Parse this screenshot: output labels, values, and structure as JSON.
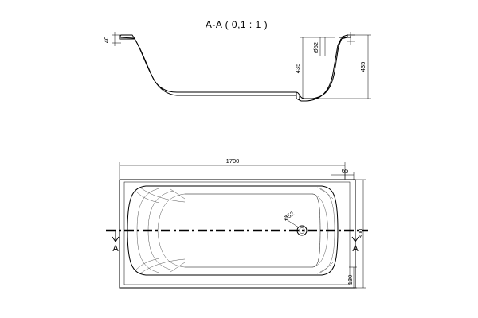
{
  "section_view": {
    "title": "A-A ( 0,1 : 1 )",
    "dims": {
      "rim_thickness": "40",
      "depth_inner": "435",
      "depth_outer": "435",
      "drain_diameter": "Ø52"
    }
  },
  "plan_view": {
    "dims": {
      "length": "1700",
      "rim_offset": "65",
      "width": "800",
      "side_width": "130",
      "drain_diameter": "Ø52"
    },
    "section_marks": {
      "left": "A",
      "right": "A"
    }
  }
}
